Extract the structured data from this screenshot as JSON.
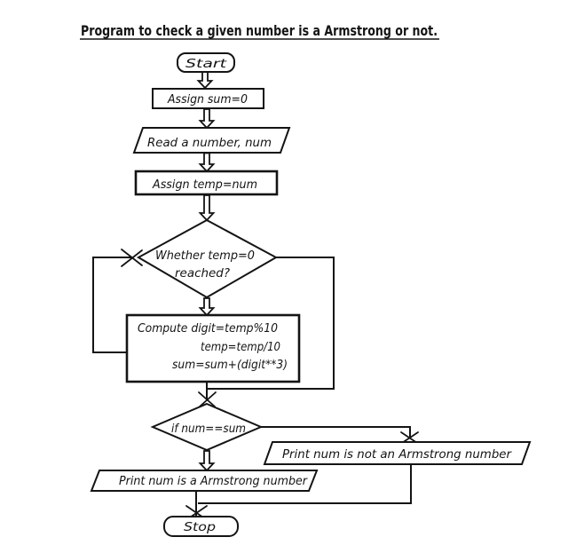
{
  "title": "Program to check a given number is a Armstrong or not.",
  "colors": {
    "ink": "#141414",
    "background": "#ffffff"
  },
  "flowchart": {
    "nodes": [
      {
        "id": "start",
        "type": "terminator",
        "label": "Start"
      },
      {
        "id": "assign-sum",
        "type": "process",
        "label": "Assign sum=0"
      },
      {
        "id": "read-number",
        "type": "input",
        "label": "Read a number, num"
      },
      {
        "id": "assign-temp",
        "type": "process",
        "label": "Assign temp=num"
      },
      {
        "id": "loop-condition",
        "type": "decision",
        "lines": [
          "Whether temp=0",
          "reached?"
        ]
      },
      {
        "id": "compute",
        "type": "process",
        "lines": [
          "Compute digit=temp%10",
          "temp=temp/10",
          "sum=sum+(digit**3)"
        ]
      },
      {
        "id": "armstrong-check",
        "type": "decision",
        "label": "if num==sum"
      },
      {
        "id": "print-not-armstrong",
        "type": "output",
        "label": "Print num is not an Armstrong number"
      },
      {
        "id": "print-armstrong",
        "type": "output",
        "label": "Print num is a Armstrong number"
      },
      {
        "id": "stop",
        "type": "terminator",
        "label": "Stop"
      }
    ],
    "edges": [
      {
        "from": "start",
        "to": "assign-sum",
        "style": "hollow-arrow"
      },
      {
        "from": "assign-sum",
        "to": "read-number",
        "style": "hollow-arrow"
      },
      {
        "from": "read-number",
        "to": "assign-temp",
        "style": "hollow-arrow"
      },
      {
        "from": "assign-temp",
        "to": "loop-condition",
        "style": "hollow-arrow"
      },
      {
        "from": "loop-condition",
        "to": "compute",
        "style": "hollow-arrow"
      },
      {
        "from": "compute",
        "to": "loop-condition",
        "style": "line-arrow-loop-back"
      },
      {
        "from": "loop-condition",
        "to": "armstrong-check",
        "style": "line-arrow-right-bypass"
      },
      {
        "from": "armstrong-check",
        "to": "print-not-armstrong",
        "style": "line-arrow"
      },
      {
        "from": "armstrong-check",
        "to": "print-armstrong",
        "style": "hollow-arrow"
      },
      {
        "from": "print-not-armstrong",
        "to": "stop",
        "style": "line-merge"
      },
      {
        "from": "print-armstrong",
        "to": "stop",
        "style": "line-arrow"
      }
    ]
  }
}
